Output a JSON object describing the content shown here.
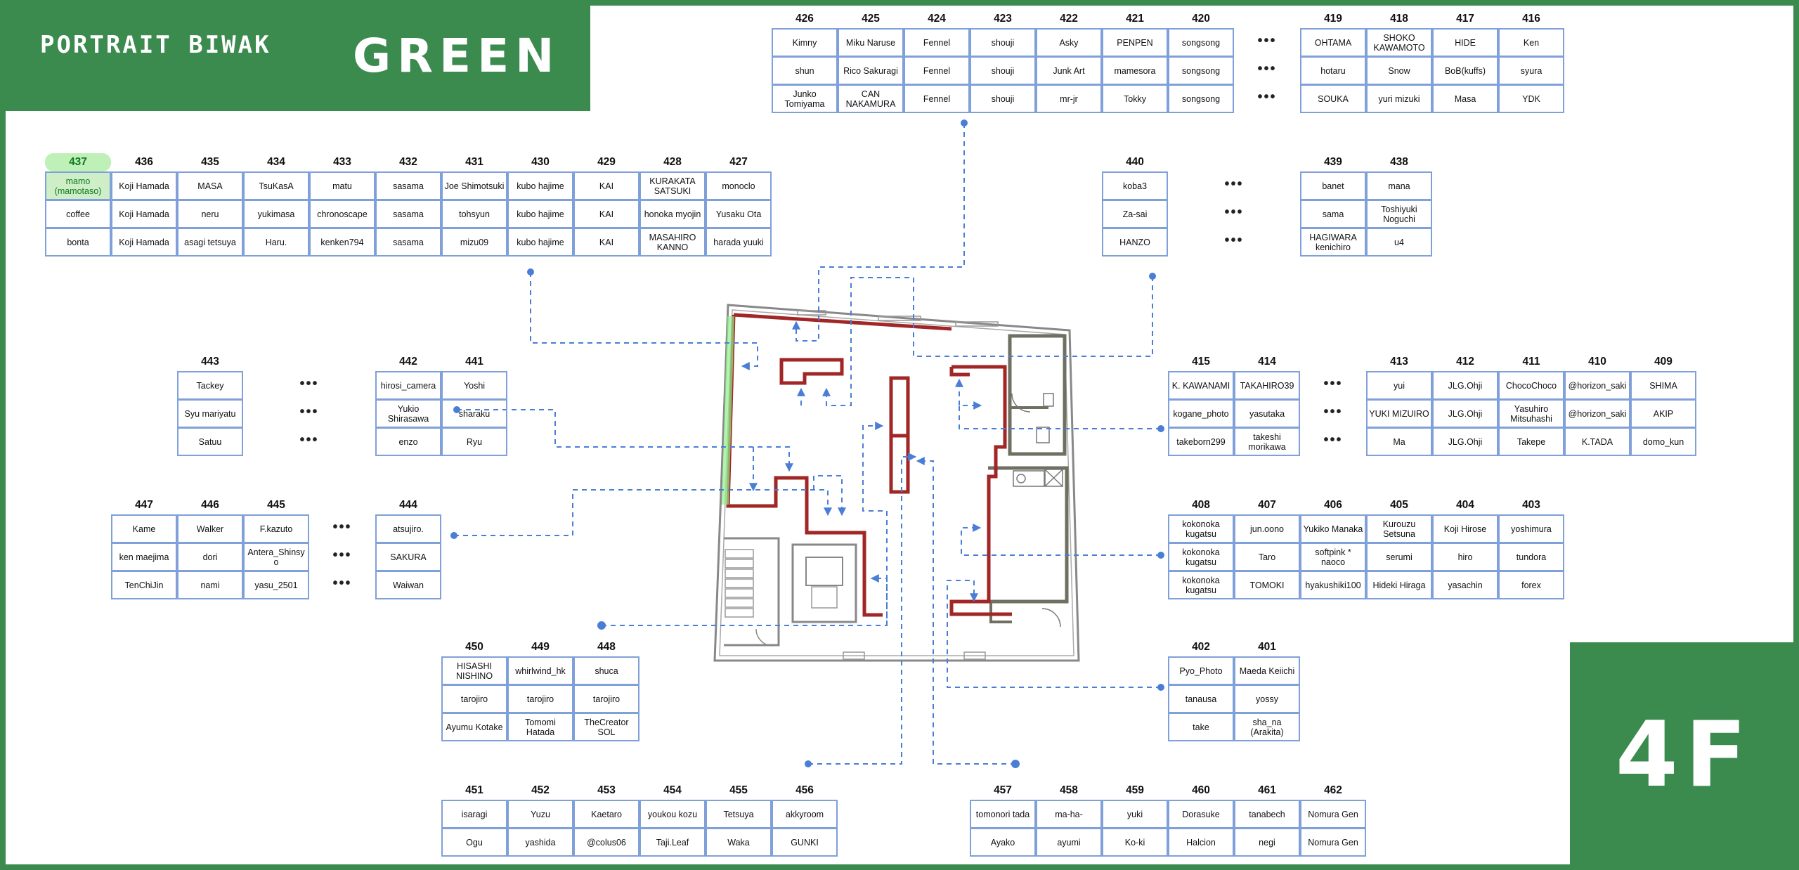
{
  "header": {
    "brand": "PORTRAIT BIWAK",
    "title": "GREEN"
  },
  "floor_label": "4F",
  "highlight_room": "437",
  "colors": {
    "background": "#3b8a4e",
    "table_border": "#7fa0d8",
    "route_line": "#4a7ed6",
    "walls": "#a12626",
    "highlight": "#bff0b8"
  },
  "tables": [
    {
      "id": "t-426-416",
      "groups": [
        [
          {
            "room": "426",
            "names": [
              "Kimny",
              "shun",
              "Junko Tomiyama"
            ]
          },
          {
            "room": "425",
            "names": [
              "Miku Naruse",
              "Rico Sakuragi",
              "CAN NAKAMURA"
            ]
          },
          {
            "room": "424",
            "names": [
              "Fennel",
              "Fennel",
              "Fennel"
            ]
          },
          {
            "room": "423",
            "names": [
              "shouji",
              "shouji",
              "shouji"
            ]
          },
          {
            "room": "422",
            "names": [
              "Asky",
              "Junk Art",
              "mr-jr"
            ]
          },
          {
            "room": "421",
            "names": [
              "PENPEN",
              "mamesora",
              "Tokky"
            ]
          },
          {
            "room": "420",
            "names": [
              "songsong",
              "songsong",
              "songsong"
            ]
          }
        ],
        [
          {
            "room": "419",
            "names": [
              "OHTAMA",
              "hotaru",
              "SOUKA"
            ]
          },
          {
            "room": "418",
            "names": [
              "SHOKO KAWAMOTO",
              "Snow",
              "yuri mizuki"
            ]
          },
          {
            "room": "417",
            "names": [
              "HIDE",
              "BoB(kuffs)",
              "Masa"
            ]
          },
          {
            "room": "416",
            "names": [
              "Ken",
              "syura",
              "YDK"
            ]
          }
        ]
      ]
    },
    {
      "id": "t-437-427",
      "groups": [
        [
          {
            "room": "437",
            "names": [
              "mamo (mamotaso)",
              "coffee",
              "bonta"
            ]
          },
          {
            "room": "436",
            "names": [
              "Koji Hamada",
              "Koji Hamada",
              "Koji Hamada"
            ]
          },
          {
            "room": "435",
            "names": [
              "MASA",
              "neru",
              "asagi tetsuya"
            ]
          },
          {
            "room": "434",
            "names": [
              "TsuKasA",
              "yukimasa",
              "Haru."
            ]
          },
          {
            "room": "433",
            "names": [
              "matu",
              "chronoscape",
              "kenken794"
            ]
          },
          {
            "room": "432",
            "names": [
              "sasama",
              "sasama",
              "sasama"
            ]
          },
          {
            "room": "431",
            "names": [
              "Joe Shimotsuki",
              "tohsyun",
              "mizu09"
            ]
          },
          {
            "room": "430",
            "names": [
              "kubo hajime",
              "kubo hajime",
              "kubo hajime"
            ]
          },
          {
            "room": "429",
            "names": [
              "KAI",
              "KAI",
              "KAI"
            ]
          },
          {
            "room": "428",
            "names": [
              "KURAKATA SATSUKI",
              "honoka myojin",
              "MASAHIRO KANNO"
            ]
          },
          {
            "room": "427",
            "names": [
              "monoclo",
              "Yusaku Ota",
              "harada yuuki"
            ]
          }
        ]
      ]
    },
    {
      "id": "t-440-438",
      "groups": [
        [
          {
            "room": "440",
            "names": [
              "koba3",
              "Za-sai",
              "HANZO"
            ]
          }
        ],
        [
          {
            "room": "439",
            "names": [
              "banet",
              "sama",
              "HAGIWARA kenichiro"
            ]
          },
          {
            "room": "438",
            "names": [
              "mana",
              "Toshiyuki Noguchi",
              "u4"
            ]
          }
        ]
      ]
    },
    {
      "id": "t-443-441",
      "groups": [
        [
          {
            "room": "443",
            "names": [
              "Tackey",
              "Syu mariyatu",
              "Satuu"
            ]
          }
        ],
        [
          {
            "room": "442",
            "names": [
              "hirosi_camera",
              "Yukio Shirasawa",
              "enzo"
            ]
          },
          {
            "room": "441",
            "names": [
              "Yoshi",
              "sharaku",
              "Ryu"
            ]
          }
        ]
      ]
    },
    {
      "id": "t-415-409",
      "groups": [
        [
          {
            "room": "415",
            "names": [
              "K. KAWANAMI",
              "kogane_photo",
              "takeborn299"
            ]
          },
          {
            "room": "414",
            "names": [
              "TAKAHIRO39",
              "yasutaka",
              "takeshi morikawa"
            ]
          }
        ],
        [
          {
            "room": "413",
            "names": [
              "yui",
              "YUKI MIZUIRO",
              "Ma"
            ]
          },
          {
            "room": "412",
            "names": [
              "JLG.Ohji",
              "JLG.Ohji",
              "JLG.Ohji"
            ]
          },
          {
            "room": "411",
            "names": [
              "ChocoChoco",
              "Yasuhiro Mitsuhashi",
              "Takepe"
            ]
          },
          {
            "room": "410",
            "names": [
              "@horizon_saki",
              "@horizon_saki",
              "K.TADA"
            ]
          },
          {
            "room": "409",
            "names": [
              "SHIMA",
              "AKIP",
              "domo_kun"
            ]
          }
        ]
      ]
    },
    {
      "id": "t-447-444",
      "groups": [
        [
          {
            "room": "447",
            "names": [
              "Kame",
              "ken maejima",
              "TenChiJin"
            ]
          },
          {
            "room": "446",
            "names": [
              "Walker",
              "dori",
              "nami"
            ]
          },
          {
            "room": "445",
            "names": [
              "F.kazuto",
              "Antera_Shinsyo",
              "yasu_2501"
            ]
          }
        ],
        [
          {
            "room": "444",
            "names": [
              "atsujiro.",
              "SAKURA",
              "Waiwan"
            ]
          }
        ]
      ]
    },
    {
      "id": "t-408-403",
      "groups": [
        [
          {
            "room": "408",
            "names": [
              "kokonoka kugatsu",
              "kokonoka kugatsu",
              "kokonoka kugatsu"
            ]
          },
          {
            "room": "407",
            "names": [
              "jun.oono",
              "Taro",
              "TOMOKI"
            ]
          },
          {
            "room": "406",
            "names": [
              "Yukiko Manaka",
              "softpink * naoco",
              "hyakushiki100"
            ]
          },
          {
            "room": "405",
            "names": [
              "Kurouzu Setsuna",
              "serumi",
              "Hideki Hiraga"
            ]
          },
          {
            "room": "404",
            "names": [
              "Koji Hirose",
              "hiro",
              "yasachin"
            ]
          },
          {
            "room": "403",
            "names": [
              "yoshimura",
              "tundora",
              "forex"
            ]
          }
        ]
      ]
    },
    {
      "id": "t-450-448",
      "groups": [
        [
          {
            "room": "450",
            "names": [
              "HISASHI NISHINO",
              "tarojiro",
              "Ayumu Kotake"
            ]
          },
          {
            "room": "449",
            "names": [
              "whirlwind_hk",
              "tarojiro",
              "Tomomi Hatada"
            ]
          },
          {
            "room": "448",
            "names": [
              "shuca",
              "tarojiro",
              "TheCreator SOL"
            ]
          }
        ]
      ]
    },
    {
      "id": "t-402-401",
      "groups": [
        [
          {
            "room": "402",
            "names": [
              "Pyo_Photo",
              "tanausa",
              "take"
            ]
          },
          {
            "room": "401",
            "names": [
              "Maeda Keiichi",
              "yossy",
              "sha_na (Arakita)"
            ]
          }
        ]
      ]
    },
    {
      "id": "t-451-456",
      "groups": [
        [
          {
            "room": "451",
            "names": [
              "isaragi",
              "Ogu"
            ]
          },
          {
            "room": "452",
            "names": [
              "Yuzu",
              "yashida"
            ]
          },
          {
            "room": "453",
            "names": [
              "Kaetaro",
              "@colus06"
            ]
          },
          {
            "room": "454",
            "names": [
              "youkou kozu",
              "Taji.Leaf"
            ]
          },
          {
            "room": "455",
            "names": [
              "Tetsuya",
              "Waka"
            ]
          },
          {
            "room": "456",
            "names": [
              "akkyroom",
              "GUNKI"
            ]
          }
        ]
      ]
    },
    {
      "id": "t-457-462",
      "groups": [
        [
          {
            "room": "457",
            "names": [
              "tomonori tada",
              "Ayako"
            ]
          },
          {
            "room": "458",
            "names": [
              "ma-ha-",
              "ayumi"
            ]
          },
          {
            "room": "459",
            "names": [
              "yuki",
              "Ko-ki"
            ]
          },
          {
            "room": "460",
            "names": [
              "Dorasuke",
              "Halcion"
            ]
          },
          {
            "room": "461",
            "names": [
              "tanabech",
              "negi"
            ]
          },
          {
            "room": "462",
            "names": [
              "Nomura Gen",
              "Nomura Gen"
            ]
          }
        ]
      ]
    }
  ]
}
